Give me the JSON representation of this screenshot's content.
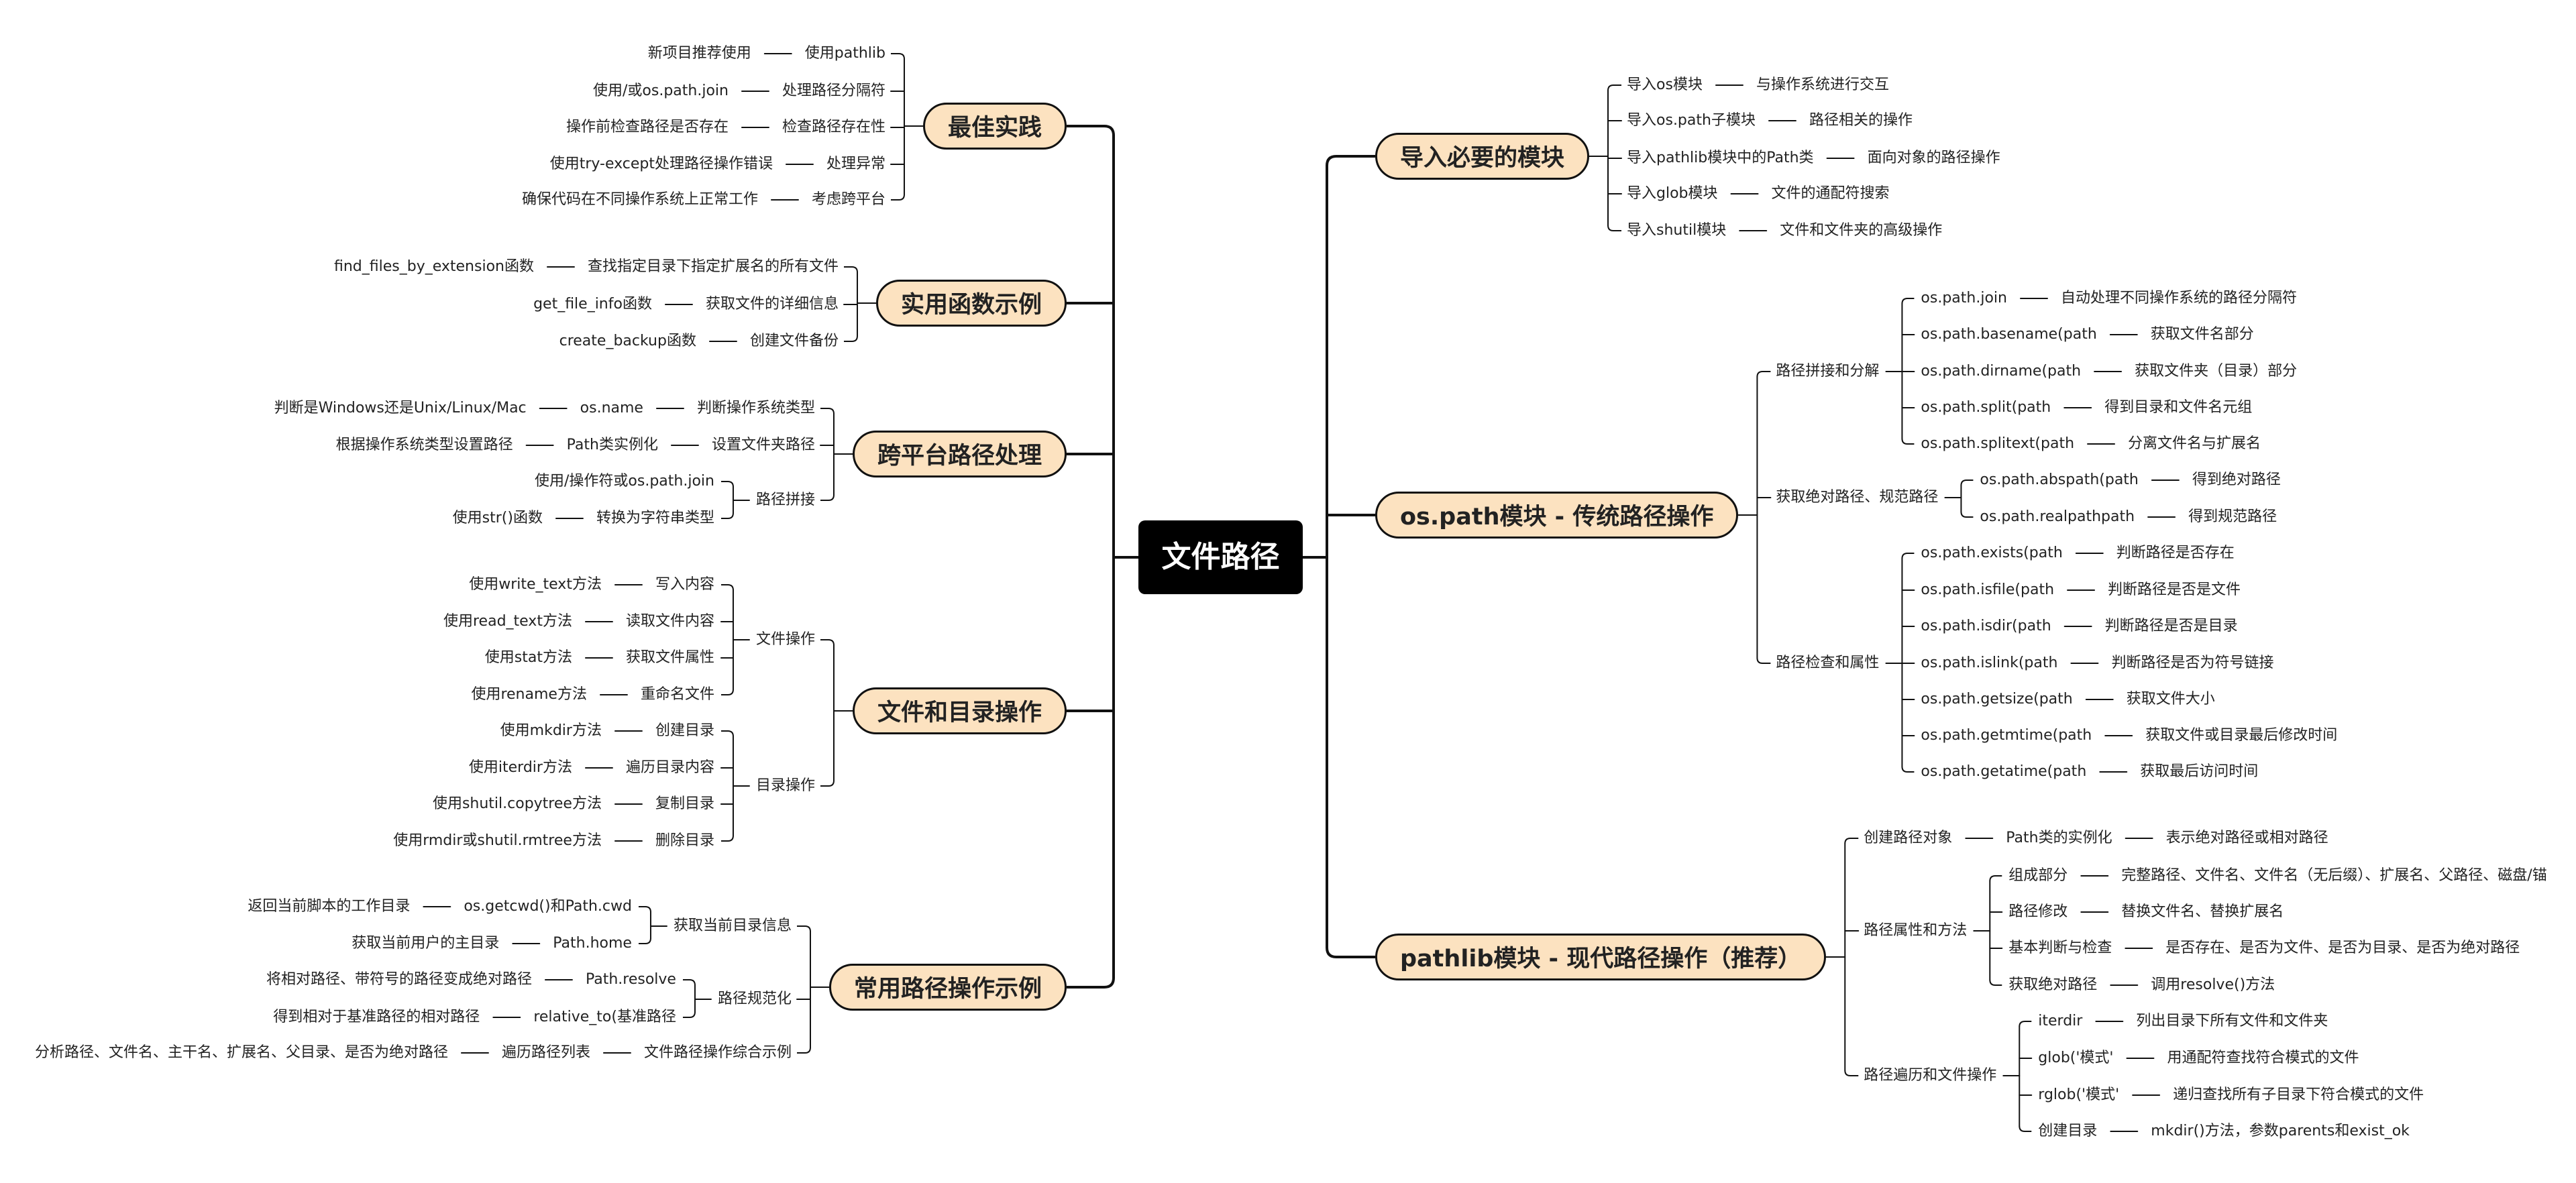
{
  "title": "文件路径",
  "colors": {
    "main_fill": "#fce2c0",
    "line": "#111111",
    "root_fill": "#000000"
  },
  "left": [
    {
      "label": "最佳实践",
      "children": [
        {
          "label": "使用pathlib",
          "children": [
            {
              "label": "新项目推荐使用"
            }
          ]
        },
        {
          "label": "处理路径分隔符",
          "children": [
            {
              "label": "使用/或os.path.join"
            }
          ]
        },
        {
          "label": "检查路径存在性",
          "children": [
            {
              "label": "操作前检查路径是否存在"
            }
          ]
        },
        {
          "label": "处理异常",
          "children": [
            {
              "label": "使用try-except处理路径操作错误"
            }
          ]
        },
        {
          "label": "考虑跨平台",
          "children": [
            {
              "label": "确保代码在不同操作系统上正常工作"
            }
          ]
        }
      ]
    },
    {
      "label": "实用函数示例",
      "children": [
        {
          "label": "查找指定目录下指定扩展名的所有文件",
          "children": [
            {
              "label": "find_files_by_extension函数"
            }
          ]
        },
        {
          "label": "获取文件的详细信息",
          "children": [
            {
              "label": "get_file_info函数"
            }
          ]
        },
        {
          "label": "创建文件备份",
          "children": [
            {
              "label": "create_backup函数"
            }
          ]
        }
      ]
    },
    {
      "label": "跨平台路径处理",
      "children": [
        {
          "label": "判断操作系统类型",
          "children": [
            {
              "label": "os.name",
              "children": [
                {
                  "label": "判断是Windows还是Unix/Linux/Mac"
                }
              ]
            }
          ]
        },
        {
          "label": "设置文件夹路径",
          "children": [
            {
              "label": "Path类实例化",
              "children": [
                {
                  "label": "根据操作系统类型设置路径"
                }
              ]
            }
          ]
        },
        {
          "label": "路径拼接",
          "children": [
            {
              "label": "使用/操作符或os.path.join"
            },
            {
              "label": "转换为字符串类型",
              "children": [
                {
                  "label": "使用str()函数"
                }
              ]
            }
          ]
        }
      ]
    },
    {
      "label": "文件和目录操作",
      "children": [
        {
          "label": "文件操作",
          "children": [
            {
              "label": "写入内容",
              "children": [
                {
                  "label": "使用write_text方法"
                }
              ]
            },
            {
              "label": "读取文件内容",
              "children": [
                {
                  "label": "使用read_text方法"
                }
              ]
            },
            {
              "label": "获取文件属性",
              "children": [
                {
                  "label": "使用stat方法"
                }
              ]
            },
            {
              "label": "重命名文件",
              "children": [
                {
                  "label": "使用rename方法"
                }
              ]
            }
          ]
        },
        {
          "label": "目录操作",
          "children": [
            {
              "label": "创建目录",
              "children": [
                {
                  "label": "使用mkdir方法"
                }
              ]
            },
            {
              "label": "遍历目录内容",
              "children": [
                {
                  "label": "使用iterdir方法"
                }
              ]
            },
            {
              "label": "复制目录",
              "children": [
                {
                  "label": "使用shutil.copytree方法"
                }
              ]
            },
            {
              "label": "删除目录",
              "children": [
                {
                  "label": "使用rmdir或shutil.rmtree方法"
                }
              ]
            }
          ]
        }
      ]
    },
    {
      "label": "常用路径操作示例",
      "children": [
        {
          "label": "获取当前目录信息",
          "children": [
            {
              "label": "os.getcwd()和Path.cwd",
              "children": [
                {
                  "label": "返回当前脚本的工作目录"
                }
              ]
            },
            {
              "label": "Path.home",
              "children": [
                {
                  "label": "获取当前用户的主目录"
                }
              ]
            }
          ]
        },
        {
          "label": "路径规范化",
          "children": [
            {
              "label": "Path.resolve",
              "children": [
                {
                  "label": "将相对路径、带符号的路径变成绝对路径"
                }
              ]
            },
            {
              "label": "relative_to(基准路径",
              "children": [
                {
                  "label": "得到相对于基准路径的相对路径"
                }
              ]
            }
          ]
        },
        {
          "label": "文件路径操作综合示例",
          "children": [
            {
              "label": "遍历路径列表",
              "children": [
                {
                  "label": "分析路径、文件名、主干名、扩展名、父目录、是否为绝对路径"
                }
              ]
            }
          ]
        }
      ]
    }
  ],
  "right": [
    {
      "label": "导入必要的模块",
      "children": [
        {
          "label": "导入os模块",
          "children": [
            {
              "label": "与操作系统进行交互"
            }
          ]
        },
        {
          "label": "导入os.path子模块",
          "children": [
            {
              "label": "路径相关的操作"
            }
          ]
        },
        {
          "label": "导入pathlib模块中的Path类",
          "children": [
            {
              "label": "面向对象的路径操作"
            }
          ]
        },
        {
          "label": "导入glob模块",
          "children": [
            {
              "label": "文件的通配符搜索"
            }
          ]
        },
        {
          "label": "导入shutil模块",
          "children": [
            {
              "label": "文件和文件夹的高级操作"
            }
          ]
        }
      ]
    },
    {
      "label": "os.path模块 - 传统路径操作",
      "children": [
        {
          "label": "路径拼接和分解",
          "children": [
            {
              "label": "os.path.join",
              "children": [
                {
                  "label": "自动处理不同操作系统的路径分隔符"
                }
              ]
            },
            {
              "label": "os.path.basename(path",
              "children": [
                {
                  "label": "获取文件名部分"
                }
              ]
            },
            {
              "label": "os.path.dirname(path",
              "children": [
                {
                  "label": "获取文件夹（目录）部分"
                }
              ]
            },
            {
              "label": "os.path.split(path",
              "children": [
                {
                  "label": "得到目录和文件名元组"
                }
              ]
            },
            {
              "label": "os.path.splitext(path",
              "children": [
                {
                  "label": "分离文件名与扩展名"
                }
              ]
            }
          ]
        },
        {
          "label": "获取绝对路径、规范路径",
          "children": [
            {
              "label": "os.path.abspath(path",
              "children": [
                {
                  "label": "得到绝对路径"
                }
              ]
            },
            {
              "label": "os.path.realpathpath",
              "children": [
                {
                  "label": "得到规范路径"
                }
              ]
            }
          ]
        },
        {
          "label": "路径检查和属性",
          "children": [
            {
              "label": "os.path.exists(path",
              "children": [
                {
                  "label": "判断路径是否存在"
                }
              ]
            },
            {
              "label": "os.path.isfile(path",
              "children": [
                {
                  "label": "判断路径是否是文件"
                }
              ]
            },
            {
              "label": "os.path.isdir(path",
              "children": [
                {
                  "label": "判断路径是否是目录"
                }
              ]
            },
            {
              "label": "os.path.islink(path",
              "children": [
                {
                  "label": "判断路径是否为符号链接"
                }
              ]
            },
            {
              "label": "os.path.getsize(path",
              "children": [
                {
                  "label": "获取文件大小"
                }
              ]
            },
            {
              "label": "os.path.getmtime(path",
              "children": [
                {
                  "label": "获取文件或目录最后修改时间"
                }
              ]
            },
            {
              "label": "os.path.getatime(path",
              "children": [
                {
                  "label": "获取最后访问时间"
                }
              ]
            }
          ]
        }
      ]
    },
    {
      "label": "pathlib模块 - 现代路径操作（推荐）",
      "children": [
        {
          "label": "创建路径对象",
          "children": [
            {
              "label": "Path类的实例化",
              "children": [
                {
                  "label": "表示绝对路径或相对路径"
                }
              ]
            }
          ]
        },
        {
          "label": "路径属性和方法",
          "children": [
            {
              "label": "组成部分",
              "children": [
                {
                  "label": "完整路径、文件名、文件名（无后缀）、扩展名、父路径、磁盘/锚"
                }
              ]
            },
            {
              "label": "路径修改",
              "children": [
                {
                  "label": "替换文件名、替换扩展名"
                }
              ]
            },
            {
              "label": "基本判断与检查",
              "children": [
                {
                  "label": "是否存在、是否为文件、是否为目录、是否为绝对路径"
                }
              ]
            },
            {
              "label": "获取绝对路径",
              "children": [
                {
                  "label": "调用resolve()方法"
                }
              ]
            }
          ]
        },
        {
          "label": "路径遍历和文件操作",
          "children": [
            {
              "label": "iterdir",
              "children": [
                {
                  "label": "列出目录下所有文件和文件夹"
                }
              ]
            },
            {
              "label": "glob('模式'",
              "children": [
                {
                  "label": "用通配符查找符合模式的文件"
                }
              ]
            },
            {
              "label": "rglob('模式'",
              "children": [
                {
                  "label": "递归查找所有子目录下符合模式的文件"
                }
              ]
            },
            {
              "label": "创建目录",
              "children": [
                {
                  "label": "mkdir()方法，参数parents和exist_ok"
                }
              ]
            }
          ]
        }
      ]
    }
  ]
}
